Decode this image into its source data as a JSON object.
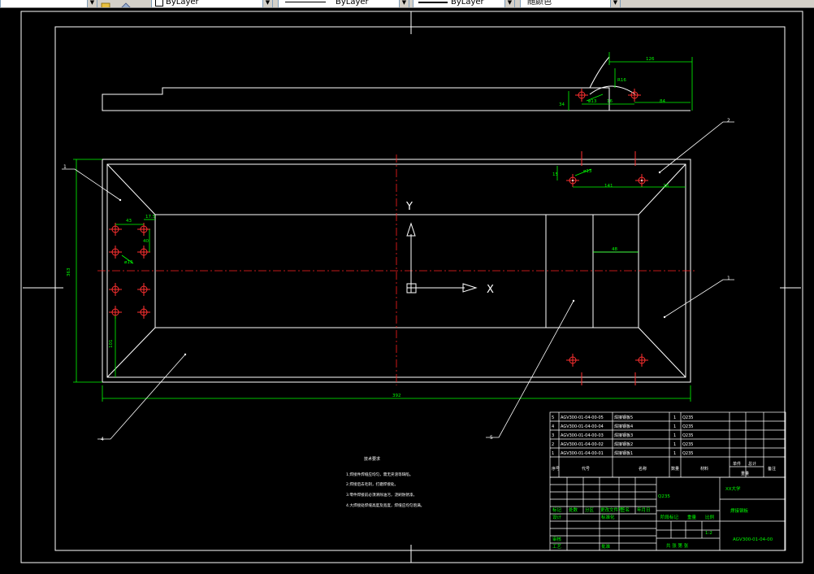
{
  "toolbar": {
    "layer_label": "ByLayer",
    "linetype_label": "ByLayer",
    "lineweight_label": "ByLayer",
    "plotstyle_label": "随颜色"
  },
  "drawing": {
    "dims": {
      "top_126": "126",
      "top_r16": "R16",
      "top_16": "16",
      "top_84": "84",
      "top_phi": "ø13",
      "top_34": "34",
      "tr_phi": "ø13",
      "tr_15": "15",
      "tr_141": "141",
      "tr_28": "28",
      "left_43": "43",
      "left_175": "17.5",
      "left_40": "40",
      "left_phi": "ø13",
      "left_101": "101",
      "overall_h": "363",
      "overall_w": "392",
      "slot_48": "48"
    },
    "balloons": [
      "1",
      "2",
      "1",
      "4",
      "5"
    ],
    "axis_y": "Y",
    "axis_x": "X"
  },
  "notes": {
    "title": "技术要求",
    "items": [
      "1.焊接件焊缝应均匀，需无夹渣等缺陷。",
      "2.焊接后去毛刺，打磨焊接处。",
      "3.零件焊接前必须清除油污，浇刷防锈漆。",
      "4.大焊接处焊缝高度及宽度，焊缝应均匀饱满。"
    ]
  },
  "parts_list": {
    "rows": [
      {
        "no": "5",
        "code": "AGV300-01-04-00-05",
        "name": "焊接钢板5",
        "qty": "1",
        "material": "Q235"
      },
      {
        "no": "4",
        "code": "AGV300-01-04-00-04",
        "name": "焊接钢板4",
        "qty": "1",
        "material": "Q235"
      },
      {
        "no": "3",
        "code": "AGV300-01-04-00-03",
        "name": "焊接钢板3",
        "qty": "1",
        "material": "Q235"
      },
      {
        "no": "2",
        "code": "AGV300-01-04-00-02",
        "name": "焊接钢板2",
        "qty": "1",
        "material": "Q235"
      },
      {
        "no": "1",
        "code": "AGV300-01-04-00-01",
        "name": "焊接钢板1",
        "qty": "1",
        "material": "Q235"
      }
    ],
    "header": {
      "no": "序号",
      "code": "代号",
      "name": "名称",
      "qty": "数量",
      "material": "材料",
      "single": "单件",
      "total": "总计",
      "weight_label": "重量",
      "remark": "备注"
    }
  },
  "title_block": {
    "company": "XX大学",
    "part_name": "焊接钢板",
    "drawing_no": "AGV300-01-04-00",
    "material_mark": "Q235",
    "scale": "1:2",
    "sheet_info": "共 张 第 张",
    "stage_label": "阶段标记",
    "weight_label": "重量",
    "scale_label": "比例",
    "labels": {
      "mark": "标记",
      "count": "处数",
      "zone": "分区",
      "doc": "更改文件号",
      "sign": "签名",
      "date": "年月日",
      "design": "设计",
      "std": "标准化",
      "check": "审核",
      "process": "工艺",
      "approve": "批准"
    }
  }
}
